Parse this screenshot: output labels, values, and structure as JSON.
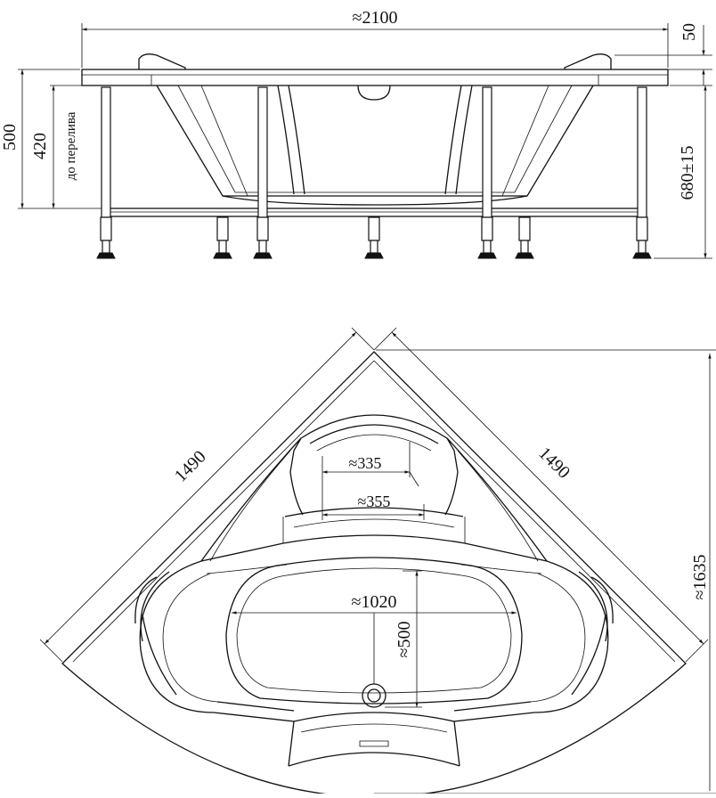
{
  "side_view": {
    "dim_width": "≈2100",
    "dim_rim": "50",
    "dim_total_height": "500",
    "dim_overflow_height": "420",
    "overflow_note": "до перелива",
    "dim_leg_height": "680±15"
  },
  "top_view": {
    "dim_side_left": "1490",
    "dim_side_right": "1490",
    "dim_diagonal": "≈1635",
    "dim_seat_inner": "≈335",
    "dim_seat_outer": "≈355",
    "dim_bowl_width": "≈1020",
    "dim_bowl_depth": "≈500"
  }
}
